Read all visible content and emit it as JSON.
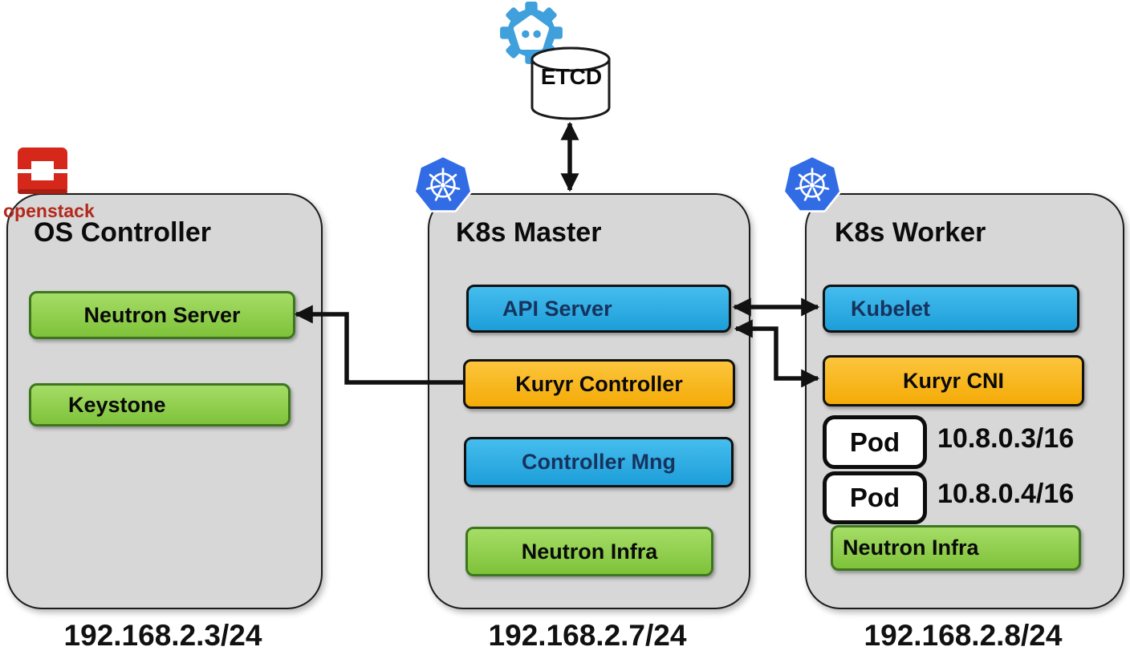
{
  "etcd": {
    "label": "ETCD"
  },
  "openstack": {
    "wordmark": "openstack"
  },
  "nodes": [
    {
      "title": "OS Controller",
      "ip": "192.168.2.3/24",
      "components": [
        {
          "label": "Neutron Server",
          "color": "green"
        },
        {
          "label": "Keystone",
          "color": "green"
        }
      ]
    },
    {
      "title": "K8s Master",
      "ip": "192.168.2.7/24",
      "components": [
        {
          "label": "API Server",
          "color": "blue"
        },
        {
          "label": "Kuryr Controller",
          "color": "orange"
        },
        {
          "label": "Controller Mng",
          "color": "blue"
        },
        {
          "label": "Neutron Infra",
          "color": "green"
        }
      ]
    },
    {
      "title": "K8s Worker",
      "ip": "192.168.2.8/24",
      "components": [
        {
          "label": "Kubelet",
          "color": "blue"
        },
        {
          "label": "Kuryr CNI",
          "color": "orange"
        }
      ],
      "pods": [
        {
          "label": "Pod",
          "ip": "10.8.0.3/16"
        },
        {
          "label": "Pod",
          "ip": "10.8.0.4/16"
        }
      ],
      "infra": {
        "label": "Neutron Infra",
        "color": "green"
      }
    }
  ],
  "icons": {
    "etcd_logo": "etcd-gear-logo",
    "kubernetes_logo": "kubernetes-helm-logo",
    "openstack_logo": "openstack-cube-logo",
    "etcd_database": "database-cylinder"
  },
  "colors": {
    "component_blue": "#29AAE1",
    "component_orange": "#FBB81C",
    "component_green": "#8FD04C",
    "node_gray": "#D7D7D7",
    "kubernetes_blue": "#326CE5",
    "etcd_blue": "#3FA0DC",
    "openstack_red": "#D5281B",
    "blue_label_text": "#17335D",
    "arrow_black": "#111111"
  }
}
